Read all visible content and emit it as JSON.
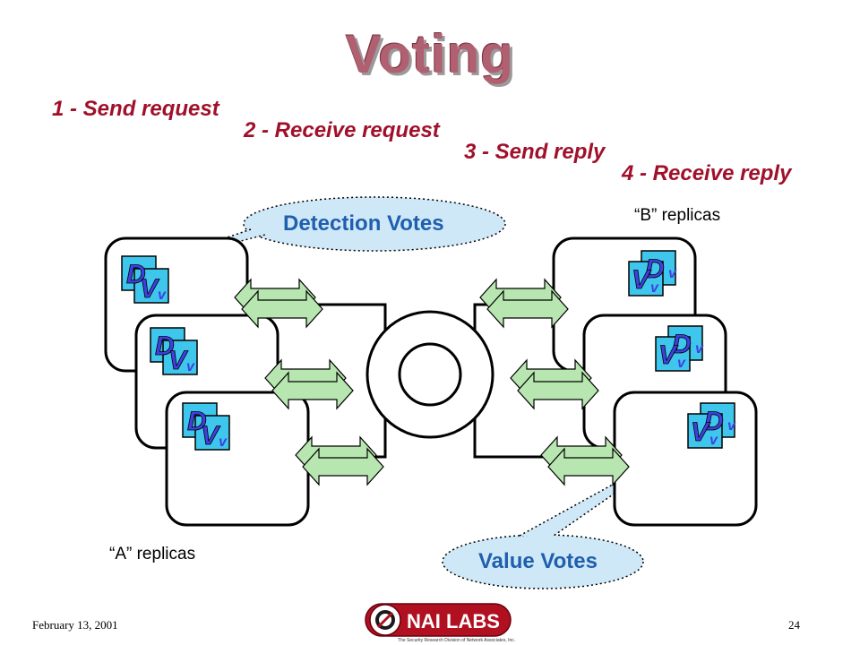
{
  "slide": {
    "title": "Voting",
    "date": "February 13, 2001",
    "page_number": "24"
  },
  "steps": [
    {
      "label": "1 - Send request"
    },
    {
      "label": "2 - Receive request"
    },
    {
      "label": "3 - Send reply"
    },
    {
      "label": "4 - Receive reply"
    }
  ],
  "labels": {
    "b_replicas": "“B” replicas",
    "a_replicas": "“A” replicas"
  },
  "callouts": {
    "detection": "Detection Votes",
    "value": "Value Votes"
  },
  "replica_marks": {
    "d": "D",
    "v": "V",
    "sub_v": "v"
  },
  "logo": {
    "name": "NAI LABS",
    "tagline": "The Security Research Division of Network Associates, Inc."
  },
  "colors": {
    "title": "#b06070",
    "step_text": "#a0102a",
    "callout_text": "#1f5fae",
    "callout_fill": "#cfe8f7",
    "box_fill": "#3fc6ec",
    "letter_fill": "#4040e0",
    "arrow_fill": "#b8e6b0",
    "logo_red": "#b01020"
  }
}
